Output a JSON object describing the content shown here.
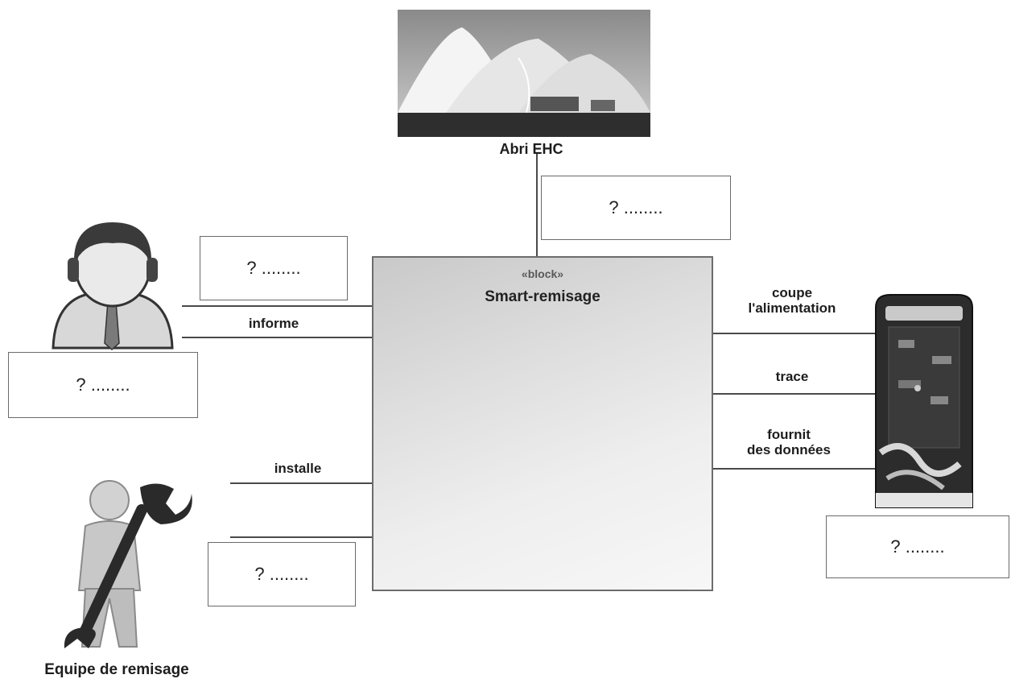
{
  "block": {
    "stereotype": "«block»",
    "name": "Smart-remisage"
  },
  "actors": {
    "abri": {
      "name": "Abri EHC",
      "icon": "tent-photo-icon"
    },
    "user": {
      "icon": "user-avatar-icon"
    },
    "equipe": {
      "name": "Equipe de remisage",
      "icon": "wrench-worker-icon"
    },
    "device": {
      "icon": "electrical-cabinet-icon"
    }
  },
  "unknown_boxes": {
    "top": "? ........",
    "user_upper": "? ........",
    "user_lower": "? ........",
    "equipe": "? ........",
    "device": "? ........"
  },
  "flows": {
    "informe": "informe",
    "installe": "installe",
    "coupe": "coupe",
    "coupe_line2": "l'alimentation",
    "trace": "trace",
    "fournit": "fournit",
    "fournit_line2": "des données"
  },
  "colors": {
    "lines": "#4a4a4a",
    "block_fill_dark": "#c9c9c9",
    "block_fill_light": "#f7f7f7"
  }
}
